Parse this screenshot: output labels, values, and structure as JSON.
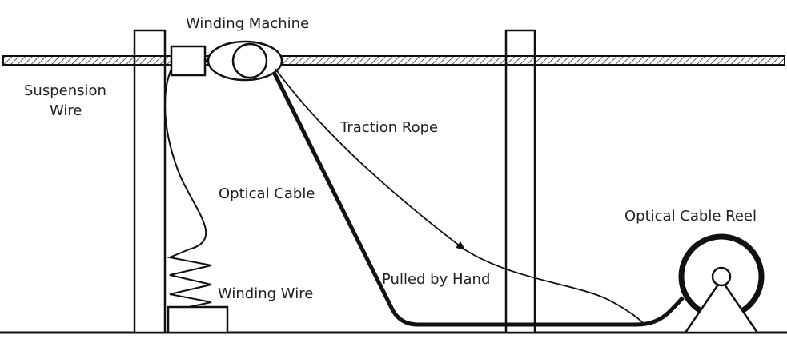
{
  "labels": {
    "winding_machine": "Winding Machine",
    "suspension_wire_line1": "Suspension",
    "suspension_wire_line2": "Wire",
    "traction_rope": "Traction Rope",
    "optical_cable": "Optical Cable",
    "optical_cable_reel": "Optical Cable Reel",
    "pulled_by_hand": "Pulled by Hand",
    "winding_wire": "Winding Wire"
  },
  "colors": {
    "line": "#111111",
    "text": "#222222",
    "background": "#ffffff"
  }
}
